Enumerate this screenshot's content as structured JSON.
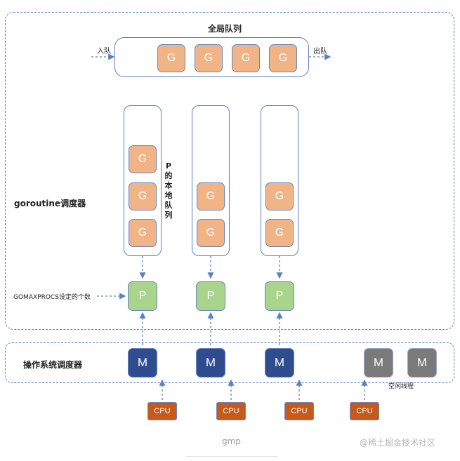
{
  "global_queue": {
    "title": "全局队列",
    "enqueue_label": "入队",
    "dequeue_label": "出队",
    "items": [
      "G",
      "G",
      "G",
      "G"
    ]
  },
  "local_queue_label": "P\n的\n本\n地\n队\n列",
  "goroutine_scheduler_label": "goroutine调度器",
  "gomaxprocs_label": "GOMAXPROCS设定的个数",
  "os_scheduler_label": "操作系统调度器",
  "idle_threads_label": "空闲线程",
  "processors": [
    {
      "p": "P",
      "m": "M",
      "cpu": "CPU",
      "goroutines": [
        "G",
        "G",
        "G"
      ]
    },
    {
      "p": "P",
      "m": "M",
      "cpu": "CPU",
      "goroutines": [
        "G",
        "G"
      ]
    },
    {
      "p": "P",
      "m": "M",
      "cpu": "CPU",
      "goroutines": [
        "G",
        "G"
      ]
    }
  ],
  "idle_threads": [
    "M",
    "M"
  ],
  "idle_cpu": "CPU",
  "caption": "gmp",
  "watermark": "@稀土掘金技术社区",
  "colors": {
    "goroutine": "#f0b487",
    "processor": "#a9d48b",
    "machine_active": "#2f4d8e",
    "machine_idle": "#7a7a7a",
    "cpu": "#c55a1b",
    "border": "#5b7fc4"
  }
}
